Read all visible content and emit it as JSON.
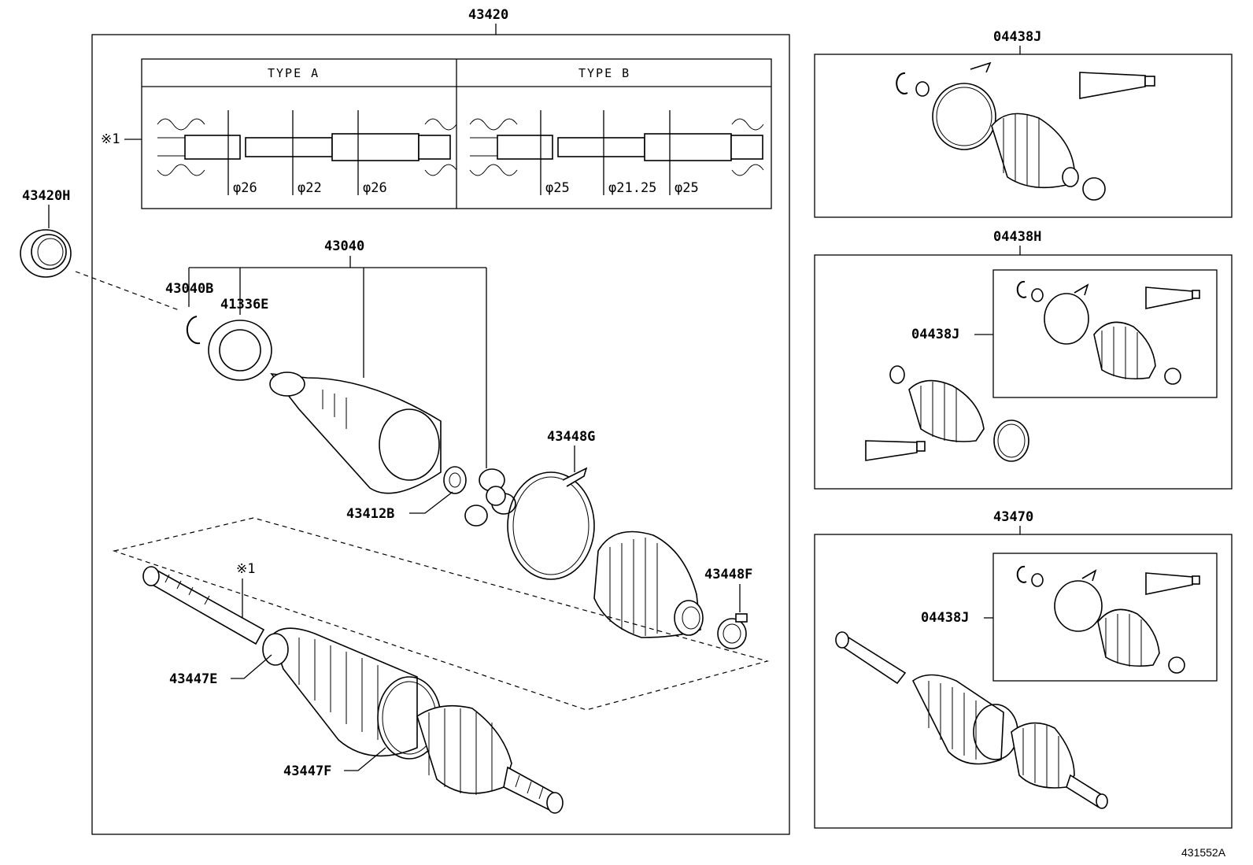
{
  "labels": {
    "main_assembly": "43420",
    "type_a": "TYPE A",
    "type_b": "TYPE B",
    "note_ref_1": "※1",
    "note_ref_2": "※1",
    "dia_a1": "φ26",
    "dia_a2": "φ22",
    "dia_a3": "φ26",
    "dia_b1": "φ25",
    "dia_b2": "φ21.25",
    "dia_b3": "φ25",
    "p43420H": "43420H",
    "p43040": "43040",
    "p43040B": "43040B",
    "p41336E": "41336E",
    "p43412B": "43412B",
    "p43448G": "43448G",
    "p43448F": "43448F",
    "p43447E": "43447E",
    "p43447F": "43447F",
    "kit_j": "04438J",
    "kit_h": "04438H",
    "kit_h_sub": "04438J",
    "shaft_43470": "43470",
    "shaft_43470_sub": "04438J",
    "figure_id": "431552A"
  }
}
